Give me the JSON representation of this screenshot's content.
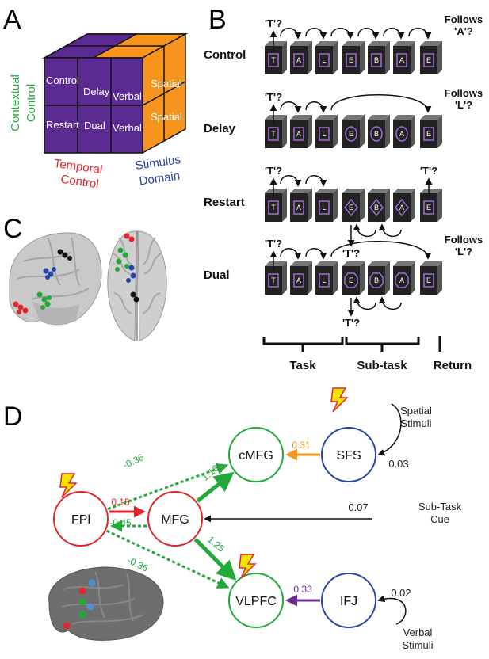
{
  "panels": {
    "a": "A",
    "b": "B",
    "c": "C",
    "d": "D"
  },
  "cube": {
    "front_labels": [
      "Control",
      "Delay",
      "Restart",
      "Dual"
    ],
    "verbal_labels": [
      "Verbal",
      "Verbal"
    ],
    "spatial_labels": [
      "Spatial",
      "Spatial"
    ],
    "contextual_axis": [
      "Contextual",
      "Control"
    ],
    "temporal_axis": [
      "Temporal",
      "Control"
    ],
    "stimulus_axis": [
      "Stimulus",
      "Domain"
    ],
    "colors": {
      "purple": "#5b2a91",
      "orange": "#f7941d"
    }
  },
  "conditions": [
    {
      "name": "Control",
      "start_q": "'T'?",
      "end_q": [
        "Follows",
        "'A'?"
      ],
      "letters": [
        "T",
        "A",
        "L",
        "E",
        "B",
        "A",
        "E"
      ]
    },
    {
      "name": "Delay",
      "start_q": "'T'?",
      "end_q": [
        "Follows",
        "'L'?"
      ],
      "letters": [
        "T",
        "A",
        "L",
        "E",
        "B",
        "A",
        "E"
      ]
    },
    {
      "name": "Restart",
      "start_q": "'T'?",
      "mid_q": "'T'?",
      "end_q": [
        "'T'?"
      ],
      "letters": [
        "T",
        "A",
        "L",
        "E",
        "B",
        "A",
        "E"
      ]
    },
    {
      "name": "Dual",
      "start_q": "'T'?",
      "mid_q_top": "'T'?",
      "mid_q": "'T'?",
      "end_q": [
        "Follows",
        "'L'?"
      ],
      "letters": [
        "T",
        "A",
        "L",
        "E",
        "B",
        "A",
        "E"
      ]
    }
  ],
  "phases": [
    "Task",
    "Sub-task",
    "Return"
  ],
  "network": {
    "nodes": [
      {
        "id": "FPl",
        "label": "FPl",
        "color": "#e0262b"
      },
      {
        "id": "MFG",
        "label": "MFG",
        "color": "#e0262b"
      },
      {
        "id": "cMFG",
        "label": "cMFG",
        "color": "#22a93a"
      },
      {
        "id": "VLPFC",
        "label": "VLPFC",
        "color": "#22a93a"
      },
      {
        "id": "SFS",
        "label": "SFS",
        "color": "#2546a8"
      },
      {
        "id": "IFJ",
        "label": "IFJ",
        "color": "#2546a8"
      }
    ],
    "edges": [
      {
        "from": "FPl",
        "to": "cMFG",
        "weight": "-0.36",
        "color": "#22a93a",
        "dashed": true
      },
      {
        "from": "FPl",
        "to": "MFG",
        "weight": "0.15",
        "color": "#e0262b",
        "dashed": false
      },
      {
        "from": "MFG",
        "to": "FPl",
        "weight": "-0.45",
        "color": "#22a93a",
        "dashed": true
      },
      {
        "from": "FPl",
        "to": "VLPFC",
        "weight": "-0.36",
        "color": "#22a93a",
        "dashed": true
      },
      {
        "from": "MFG",
        "to": "cMFG",
        "weight": "1.16",
        "color": "#22a93a",
        "dashed": false
      },
      {
        "from": "MFG",
        "to": "VLPFC",
        "weight": "1.25",
        "color": "#22a93a",
        "dashed": false
      },
      {
        "from": "SFS",
        "to": "cMFG",
        "weight": "0.31",
        "color": "#f7941d",
        "dashed": false
      },
      {
        "from": "IFJ",
        "to": "VLPFC",
        "weight": "0.33",
        "color": "#6a2c91",
        "dashed": false
      }
    ],
    "inputs": [
      {
        "label": [
          "Spatial",
          "Stimuli"
        ],
        "weight": "0.03",
        "to": "SFS"
      },
      {
        "label": [
          "Sub-Task",
          "Cue"
        ],
        "weight": "0.07",
        "to": "MFG"
      },
      {
        "label": [
          "Verbal",
          "Stimuli"
        ],
        "weight": "0.02",
        "to": "IFJ"
      }
    ]
  }
}
